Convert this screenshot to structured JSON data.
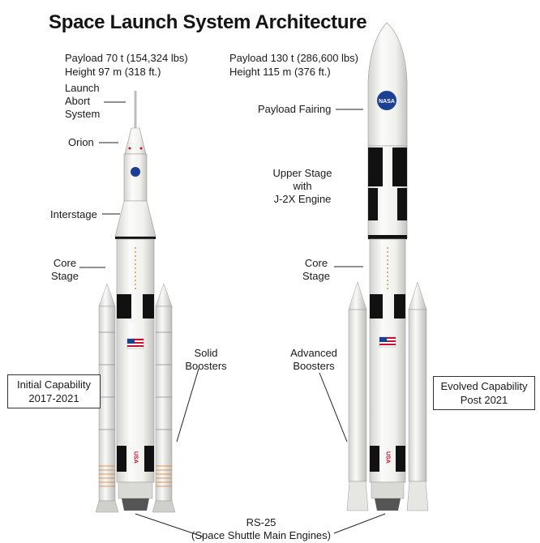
{
  "title": "Space Launch System Architecture",
  "initial": {
    "payload": "Payload 70 t (154,324 lbs)",
    "height": "Height 97 m (318 ft.)",
    "capability_line1": "Initial Capability",
    "capability_line2": "2017-2021",
    "labels": {
      "las1": "Launch",
      "las2": "Abort",
      "las3": "System",
      "orion": "Orion",
      "interstage": "Interstage",
      "core1": "Core",
      "core2": "Stage",
      "solid1": "Solid",
      "solid2": "Boosters"
    }
  },
  "evolved": {
    "payload": "Payload 130 t  (286,600 lbs)",
    "height": "Height 115 m (376 ft.)",
    "capability_line1": "Evolved Capability",
    "capability_line2": "Post 2021",
    "labels": {
      "fairing": "Payload Fairing",
      "upper1": "Upper Stage",
      "upper2": "with",
      "upper3": "J-2X Engine",
      "core1": "Core",
      "core2": "Stage",
      "adv1": "Advanced",
      "adv2": "Boosters"
    }
  },
  "engines": {
    "line1": "RS-25",
    "line2": "(Space Shuttle Main Engines)"
  },
  "markings": {
    "usa": "USA",
    "nasa": "NASA"
  },
  "colors": {
    "rocket_white": "#f4f4f2",
    "rocket_shadow": "#cfcfcc",
    "stripe_black": "#111111",
    "core_orange": "#d77a2a",
    "nasa_blue": "#1b3f93",
    "flag_red": "#c8102e"
  }
}
